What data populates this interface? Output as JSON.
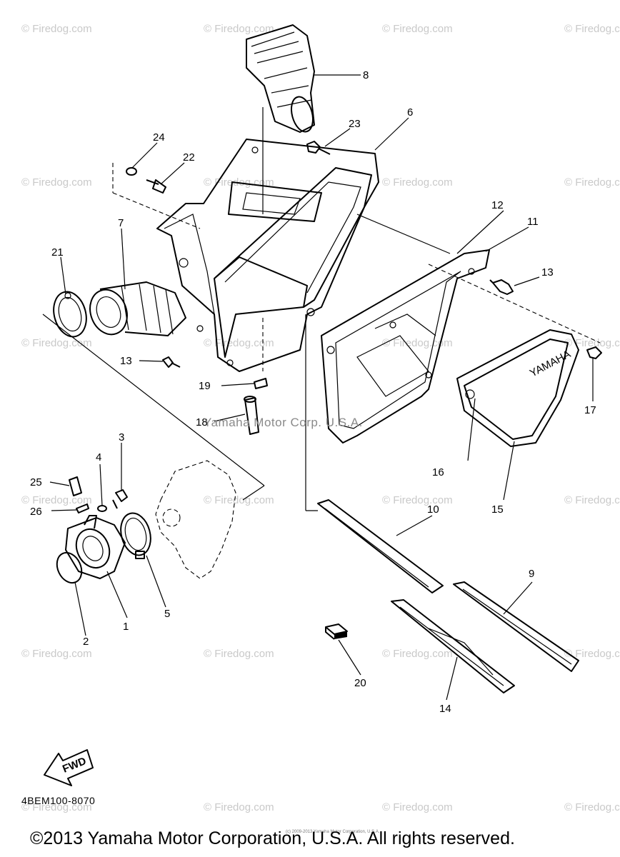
{
  "diagram": {
    "code": "4BEM100-8070",
    "copyright": "©2013 Yamaha Motor Corporation, U.S.A. All rights reserved.",
    "center_watermark": "Yamaha Motor Corp. U.S.A.",
    "micro_note": "(c) 2009-2013 Yamaha Motor Corporation, U.S.A.",
    "fwd_label": "FWD",
    "brand_on_cover": "YAMAHA",
    "watermark_text": "© Firedog.com"
  },
  "callouts": [
    {
      "id": "1",
      "label": "1"
    },
    {
      "id": "2",
      "label": "2"
    },
    {
      "id": "3",
      "label": "3"
    },
    {
      "id": "4",
      "label": "4"
    },
    {
      "id": "5",
      "label": "5"
    },
    {
      "id": "6",
      "label": "6"
    },
    {
      "id": "7",
      "label": "7"
    },
    {
      "id": "8",
      "label": "8"
    },
    {
      "id": "9",
      "label": "9"
    },
    {
      "id": "10",
      "label": "10"
    },
    {
      "id": "11",
      "label": "11"
    },
    {
      "id": "12",
      "label": "12"
    },
    {
      "id": "13a",
      "label": "13"
    },
    {
      "id": "13b",
      "label": "13"
    },
    {
      "id": "14",
      "label": "14"
    },
    {
      "id": "15",
      "label": "15"
    },
    {
      "id": "16",
      "label": "16"
    },
    {
      "id": "17",
      "label": "17"
    },
    {
      "id": "18",
      "label": "18"
    },
    {
      "id": "19",
      "label": "19"
    },
    {
      "id": "20",
      "label": "20"
    },
    {
      "id": "21",
      "label": "21"
    },
    {
      "id": "22",
      "label": "22"
    },
    {
      "id": "23",
      "label": "23"
    },
    {
      "id": "24",
      "label": "24"
    },
    {
      "id": "25",
      "label": "25"
    },
    {
      "id": "26",
      "label": "26"
    }
  ]
}
